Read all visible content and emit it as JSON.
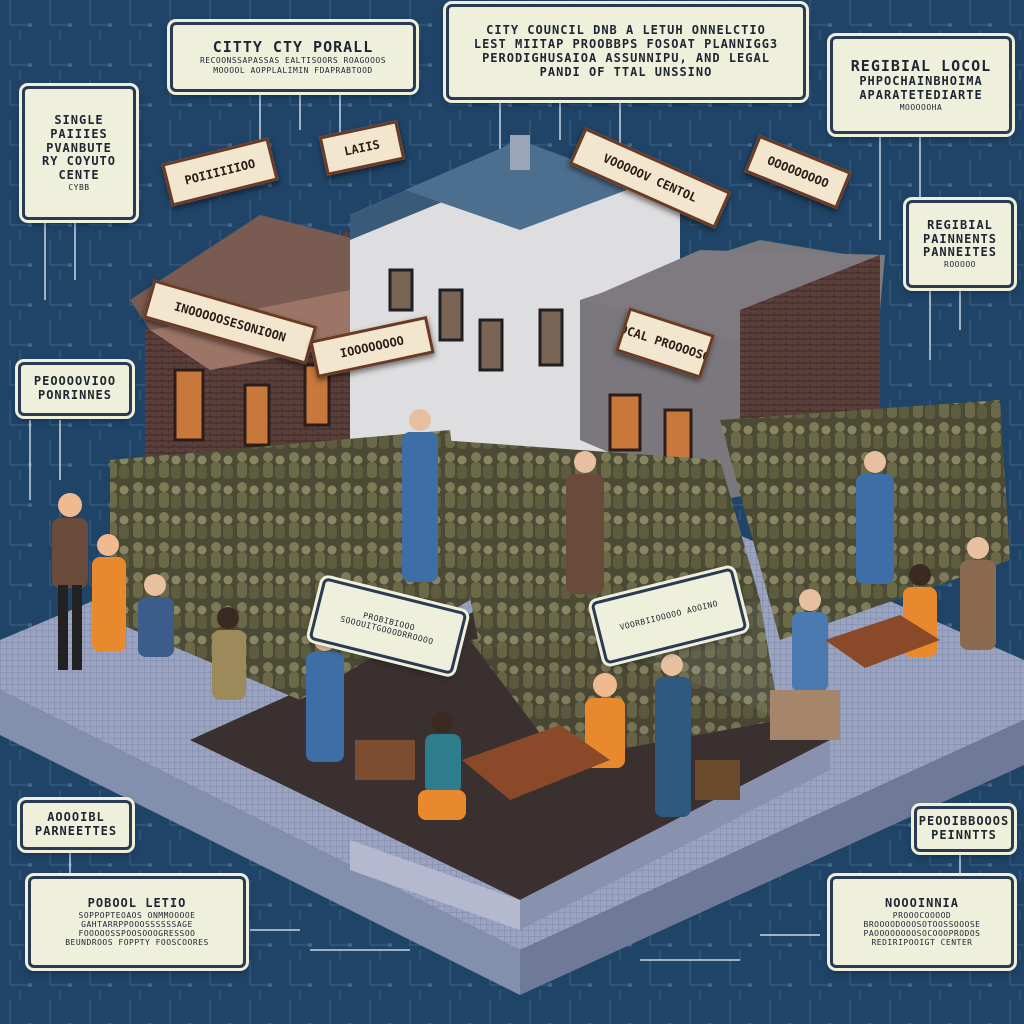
{
  "image_kind": "isometric illustration",
  "colors": {
    "background": "#1f4468",
    "label_fill": "#eef0dc",
    "label_border": "#2a3a52",
    "sign_fill": "#f3e6cf",
    "sign_border": "#6a3a24",
    "brick": "#5a3f3a",
    "crowd": "#6b6a48",
    "platform": "#9fa8c2"
  },
  "labels": {
    "top_left": {
      "line1": "CITTY CTY PORALL",
      "line2": "RECOONSSAPASSAS EALTISOORS ROAGOOOS",
      "line3": "MOOOOL AOPPLALIMIN FDAPRABTOOD"
    },
    "top_center": {
      "line1": "CITY COUNCIL DNB A LETUH ONNELCTIO",
      "line2": "LEST MIITAP PROOBBPS FOSOAT PLANNIGG3",
      "line3": "PERODIGHUSAIOA ASSUNNIPU, AND LEGAL",
      "line4": "PANDI OF TTAL UNSSINO"
    },
    "top_right": {
      "line1": "REGIBIAL LOCOL",
      "line2": "PHPOCHAINBHOIMA",
      "line3": "APARATETEDIARTE",
      "line4": "MOOOOOHA"
    },
    "left_upper": {
      "line1": "SINGLE",
      "line2": "PAIIIES",
      "line3": "PVANBUTE",
      "line4": "RY COYUTO",
      "line5": "CENTE",
      "line6": "CYBB"
    },
    "left_mid": {
      "line1": "PEOOOOVIOO",
      "line2": "PONRINNES"
    },
    "right_mid": {
      "line1": "REGIBIAL",
      "line2": "PAINNENTS",
      "line3": "PANNEITES",
      "line4": "ROOOOO"
    },
    "bottom_left_small": {
      "line1": "AOOOIBL",
      "line2": "PARNEETTES"
    },
    "bottom_right_small": {
      "line1": "PEOOIBBOOOS",
      "line2": "PEINNTTS"
    },
    "bottom_left_big": {
      "line1": "POBOOL LETIO",
      "line2": "SOPPOPTEOAOS ONMMOOOOE",
      "line3": "GAHTARRPPOOOSSSSSSAGE",
      "line4": "FOOOOOSSPOOSOOOGRESSOO",
      "line5": "BEUNDROOS FOPPTY FOOSCOORES"
    },
    "bottom_right_big": {
      "line1": "NOOOINNIA",
      "line2": "PROOOCOOOOD",
      "line3": "BROOOODOOOSOTOOSSOOOSE",
      "line4": "PAOOOOOOOOSOCOOOPRODOS",
      "line5": "REDIRIPOOIGT CENTER"
    }
  },
  "signs": {
    "left_wing_small": "POIIIIIIOO",
    "center_small": "LAIIS",
    "top_center_angled": "VOOOOOV CENTOL",
    "right_small": "OOOOOOOOO",
    "left_roof_long": "INOOOOOSESONIOON",
    "left_roof_long2": "IOOOOOOOO",
    "right_building": "LOCAL PROOOOSON",
    "plaza_left": "PROBIBIOOO SOOOUITGOOODRROOOO",
    "plaza_right": "VOORBIIOOOOO AOOINO"
  }
}
